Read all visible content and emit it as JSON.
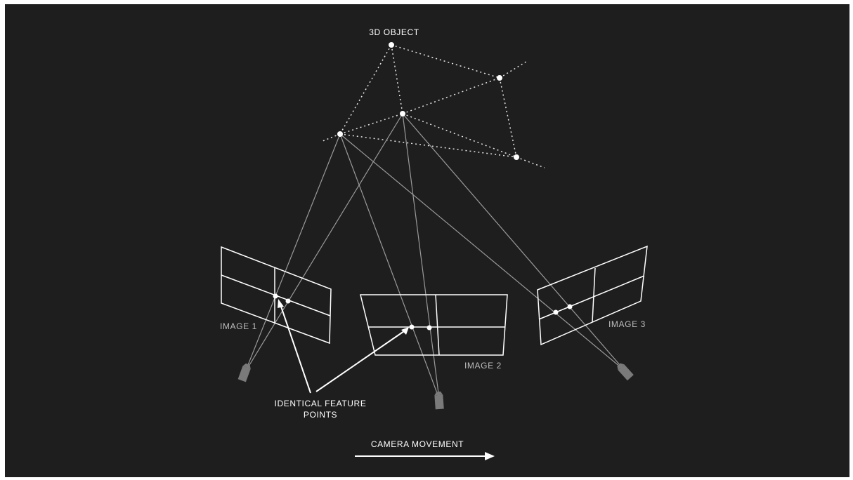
{
  "labels": {
    "object": "3D OBJECT",
    "image1": "IMAGE 1",
    "image2": "IMAGE 2",
    "image3": "IMAGE 3",
    "feature_line1": "IDENTICAL FEATURE",
    "feature_line2": "POINTS",
    "movement": "CAMERA MOVEMENT"
  },
  "colors": {
    "background": "#1e1e1e",
    "line": "#ffffff",
    "ray": "#9a9a9a",
    "camera": "#7a7a7a",
    "dotted": "#e6e6e6"
  }
}
